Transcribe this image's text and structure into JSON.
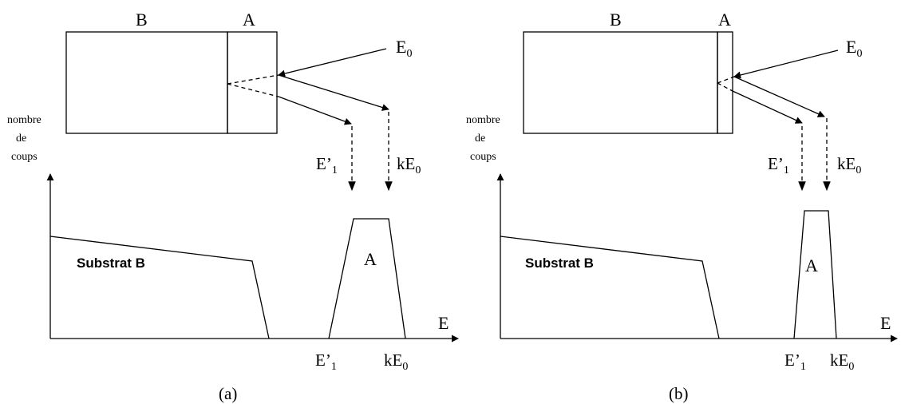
{
  "panel_a": {
    "label_b": "B",
    "label_a": "A",
    "e0_main": "E",
    "e0_sub": "0",
    "y_axis_1": "nombre",
    "y_axis_2": "de",
    "y_axis_3": "coups",
    "e1_arrow_main": "E’",
    "e1_arrow_sub": "1",
    "ke0_arrow_main": "kE",
    "ke0_arrow_sub": "0",
    "substrat": "Substrat B",
    "peak": "A",
    "x_axis": "E",
    "e1_tick_main": "E’",
    "e1_tick_sub": "1",
    "ke0_tick_main": "kE",
    "ke0_tick_sub": "0",
    "caption": "(a)"
  },
  "panel_b": {
    "label_b": "B",
    "label_a": "A",
    "e0_main": "E",
    "e0_sub": "0",
    "y_axis_1": "nombre",
    "y_axis_2": "de",
    "y_axis_3": "coups",
    "e1_arrow_main": "E’",
    "e1_arrow_sub": "1",
    "ke0_arrow_main": "kE",
    "ke0_arrow_sub": "0",
    "substrat": "Substrat B",
    "peak": "A",
    "x_axis": "E",
    "e1_tick_main": "E’",
    "e1_tick_sub": "1",
    "ke0_tick_main": "kE",
    "ke0_tick_sub": "0",
    "caption": "(b)"
  }
}
